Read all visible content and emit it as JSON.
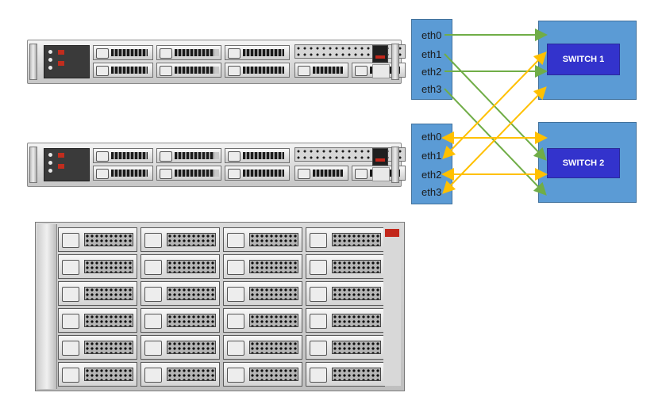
{
  "server_a": {
    "ports": [
      "eth0",
      "eth1",
      "eth2",
      "eth3"
    ]
  },
  "server_b": {
    "ports": [
      "eth0",
      "eth1",
      "eth2",
      "eth3"
    ]
  },
  "switch1": {
    "label": "SWITCH 1"
  },
  "switch2": {
    "label": "SWITCH 2"
  },
  "links": [
    {
      "from": "server_a.eth0",
      "to": "switch1",
      "color": "#70ad47"
    },
    {
      "from": "server_a.eth1",
      "to": "switch2",
      "color": "#70ad47"
    },
    {
      "from": "server_a.eth2",
      "to": "switch1",
      "color": "#70ad47"
    },
    {
      "from": "server_a.eth3",
      "to": "switch2",
      "color": "#70ad47"
    },
    {
      "from": "server_b.eth0",
      "to": "switch2",
      "color": "#ffc000"
    },
    {
      "from": "server_b.eth1",
      "to": "switch1",
      "color": "#ffc000"
    },
    {
      "from": "server_b.eth2",
      "to": "switch2",
      "color": "#ffc000"
    },
    {
      "from": "server_b.eth3",
      "to": "switch1",
      "color": "#ffc000"
    }
  ],
  "colors": {
    "box": "#5b9bd5",
    "switch_core": "#3333cc",
    "green_link": "#70ad47",
    "yellow_link": "#ffc000",
    "brand_red": "#c2271b"
  }
}
